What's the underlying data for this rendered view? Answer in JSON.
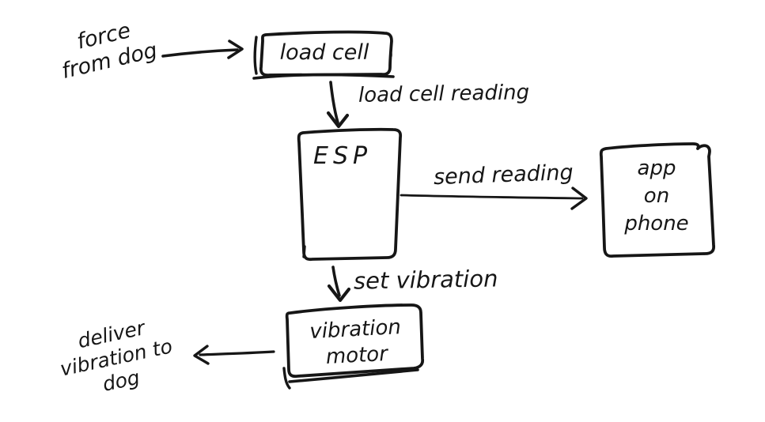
{
  "diagram": {
    "colors": {
      "ink": "#161616",
      "background": "#ffffff"
    },
    "notes": {
      "force_from_dog": {
        "lines": [
          "force",
          "from dog"
        ]
      },
      "deliver_vibration_to_dog": {
        "lines": [
          "deliver",
          "vibration to",
          "dog"
        ]
      }
    },
    "nodes": {
      "load_cell": {
        "lines": [
          "load cell"
        ]
      },
      "esp": {
        "lines": [
          "ESP"
        ]
      },
      "app_on_phone": {
        "lines": [
          "app",
          "on",
          "phone"
        ]
      },
      "vibration_motor": {
        "lines": [
          "vibration",
          "motor"
        ]
      }
    },
    "edges": [
      {
        "from": "force-from-dog",
        "to": "load-cell",
        "label": ""
      },
      {
        "from": "load-cell",
        "to": "esp",
        "label": "load cell reading"
      },
      {
        "from": "esp",
        "to": "app-on-phone",
        "label": "send reading"
      },
      {
        "from": "esp",
        "to": "vibration-motor",
        "label": "set vibration"
      },
      {
        "from": "vibration-motor",
        "to": "deliver-vibration-to-dog",
        "label": ""
      }
    ]
  }
}
